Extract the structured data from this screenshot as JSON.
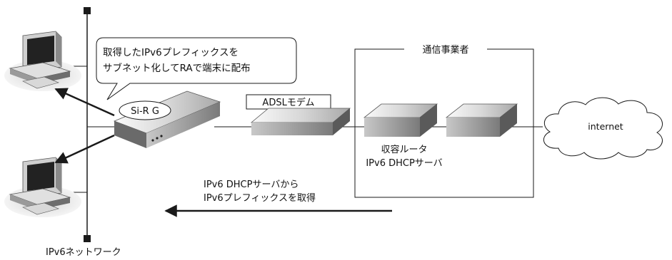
{
  "colors": {
    "line": "#1a1a1a",
    "device_top": "#e4e4e4",
    "device_front": "#9a9a9a",
    "device_side": "#5c5c5c",
    "device_gradient_light": "#f5f5f5",
    "device_gradient_dark": "#a8a8a8",
    "pc_body": "#d0d0d0",
    "pc_screen": "#222222",
    "shadow": "#e6e6e6",
    "background": "#ffffff"
  },
  "icons": {
    "pc": "desktop-computer-icon",
    "router": "router-icon",
    "modem": "modem-icon",
    "cloud": "cloud-icon",
    "arrow": "arrow-icon"
  },
  "speech_bubble": {
    "line1": "取得したIPv6プレフィックスを",
    "line2": "サブネット化してRAで端末に配布"
  },
  "router_label": "Si-R G",
  "modem_label": "ADSLモデム",
  "carrier_label": "通信事業者",
  "access_router": {
    "line1": "収容ルータ",
    "line2": "IPv6 DHCPサーバ"
  },
  "cloud_label": "internet",
  "dhcp_note": {
    "line1": "IPv6 DHCPサーバから",
    "line2": "IPv6プレフィックスを取得"
  },
  "network_label": "IPv6ネットワーク"
}
